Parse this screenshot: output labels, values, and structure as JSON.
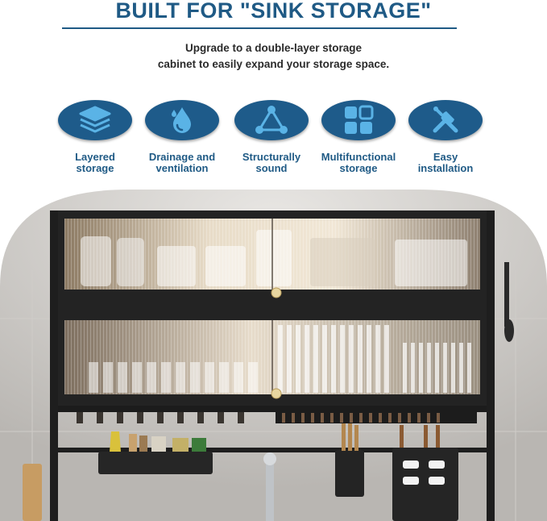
{
  "header": {
    "title": "BUILT FOR \"SINK STORAGE\"",
    "subtitle_line1": "Upgrade to a double-layer storage",
    "subtitle_line2": "cabinet to easily expand your storage space."
  },
  "features": [
    {
      "icon": "layers-icon",
      "line1": "Layered",
      "line2": "storage"
    },
    {
      "icon": "water-drop-icon",
      "line1": "Drainage and",
      "line2": "ventilation"
    },
    {
      "icon": "triangle-network-icon",
      "line1": "Structurally",
      "line2": "sound"
    },
    {
      "icon": "grid-squares-icon",
      "line1": "Multifunctional",
      "line2": "storage"
    },
    {
      "icon": "tools-icon",
      "line1": "Easy",
      "line2": "installation"
    }
  ],
  "colors": {
    "brand_blue": "#1f5a85",
    "badge_blue": "#1e5b8a",
    "cabinet_black": "#222222"
  }
}
